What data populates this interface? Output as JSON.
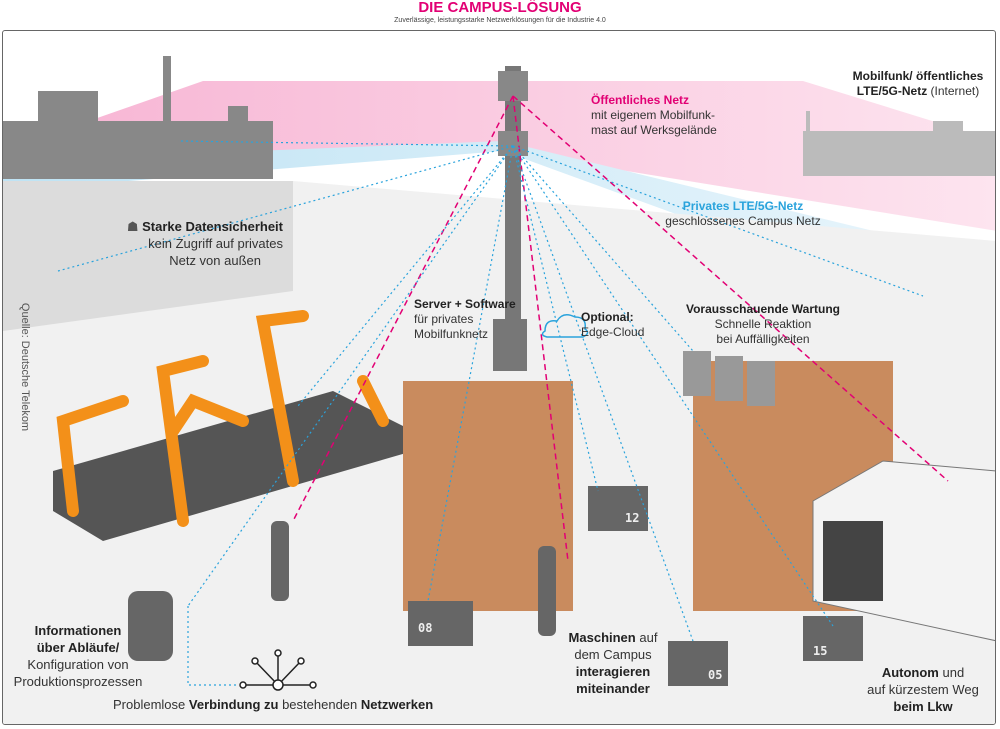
{
  "header": {
    "title": "DIE CAMPUS-LÖSUNG",
    "subtitle": "Zuverlässige, leistungsstarke Netzwerklösungen für die Industrie 4.0"
  },
  "source": "Quelle: Deutsche Telekom",
  "labels": {
    "public_net": {
      "title": "Öffentliches Netz",
      "line1": "mit eigenem Mobilfunk-",
      "line2": "mast auf Werksgelände"
    },
    "mobile": {
      "line1": "Mobilfunk/ öffentliches",
      "line2_bold": "LTE/5G-Netz",
      "line2_rest": "(Internet)"
    },
    "private_net": {
      "title": "Privates LTE/5G-Netz",
      "line1": "geschlossenes Campus Netz"
    },
    "security": {
      "title": "Starke Datensicherheit",
      "line1": "kein Zugriff auf privates",
      "line2": "Netz von außen"
    },
    "server": {
      "title": "Server + Software",
      "line1": "für privates",
      "line2": "Mobilfunknetz"
    },
    "cloud": {
      "title": "Optional:",
      "line1": "Edge-Cloud"
    },
    "maintenance": {
      "title": "Vorausschauende Wartung",
      "line1": "Schnelle Reaktion",
      "line2": "bei Auffälligkeiten"
    },
    "info": {
      "line1": "Informationen",
      "line2": "über Abläufe/",
      "line3": "Konfiguration von",
      "line4": "Produktionsprozessen"
    },
    "connection": {
      "pre": "Problemlose",
      "bold1": "Verbindung zu",
      "mid": "bestehenden",
      "bold2": "Netzwerken"
    },
    "machines": {
      "bold1": "Maschinen",
      "rest1": "auf",
      "line2": "dem Campus",
      "line3": "interagieren",
      "line4": "miteinander"
    },
    "autonomous": {
      "bold1": "Autonom",
      "rest1": "und",
      "line2": "auf kürzestem Weg",
      "line3": "beim Lkw"
    }
  },
  "vehicles": [
    "08",
    "12",
    "05",
    "15"
  ],
  "colors": {
    "magenta": "#e20074",
    "cyan": "#2aa3dc",
    "robot": "#f39019",
    "grey": "#666666"
  }
}
